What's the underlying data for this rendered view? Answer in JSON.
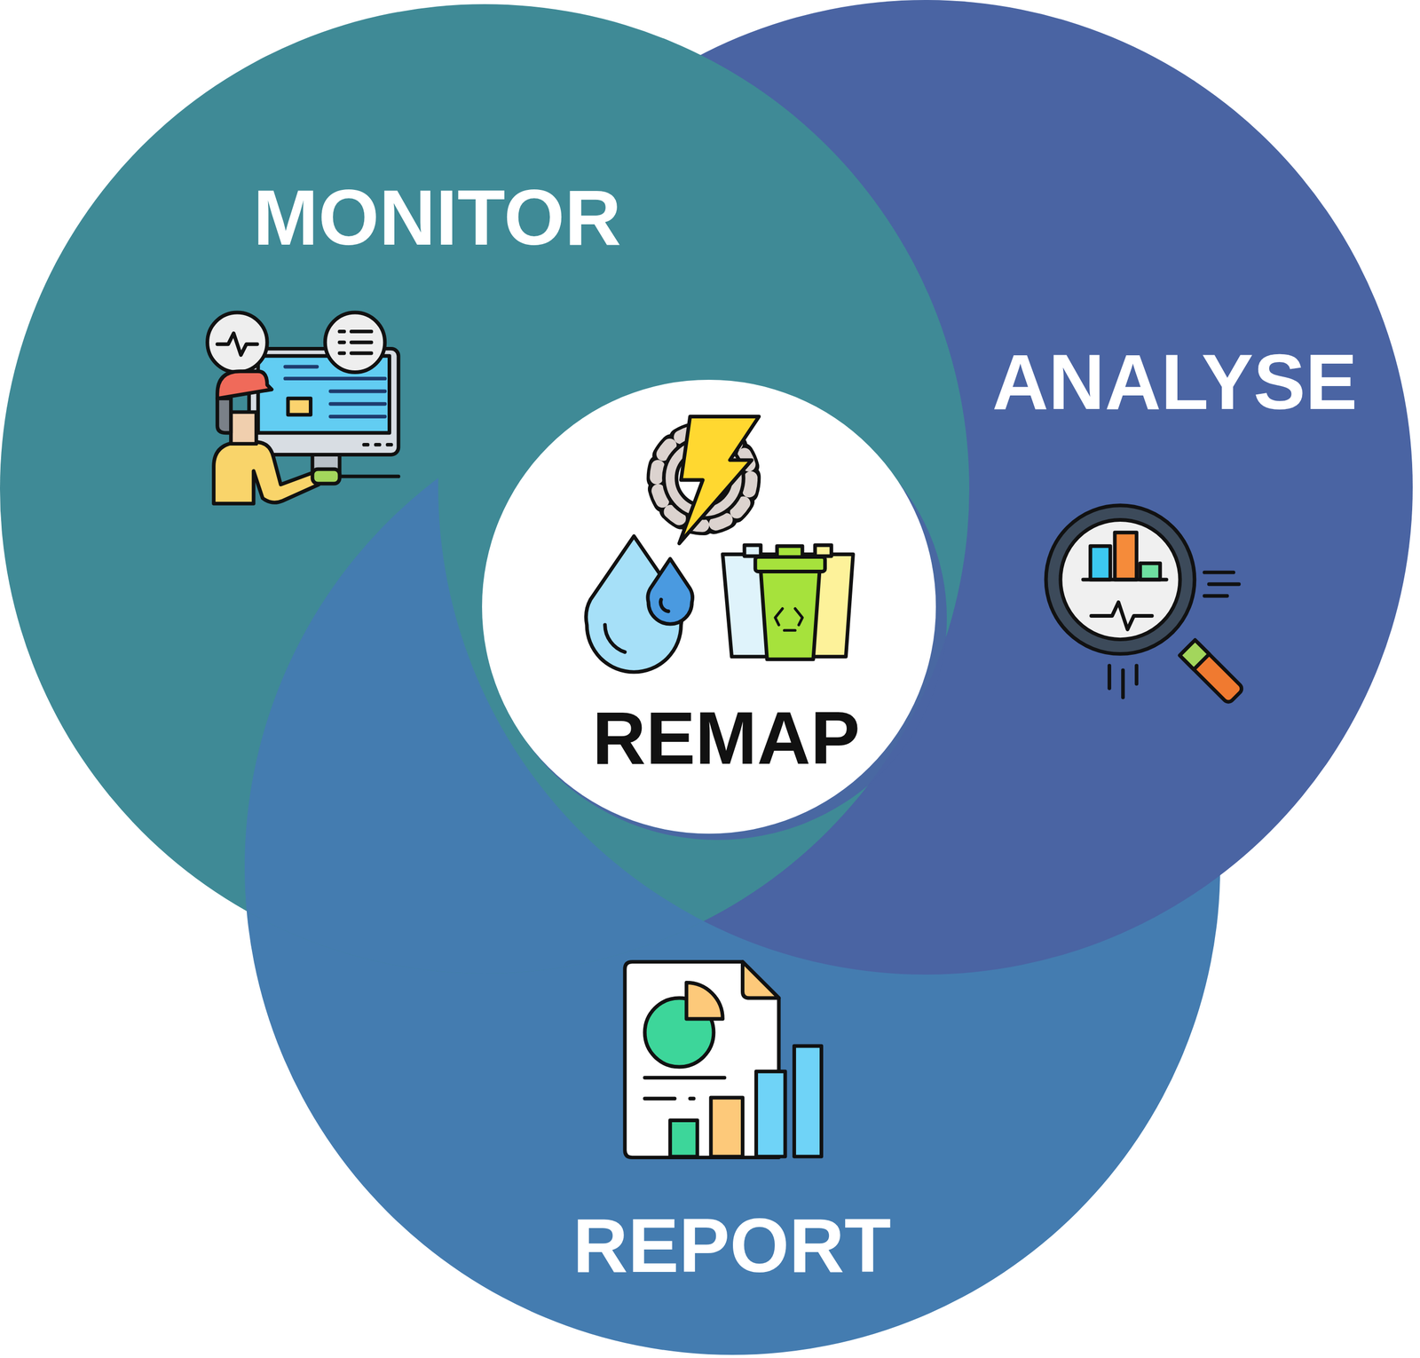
{
  "diagram": {
    "nodes": [
      {
        "text": [
          "MONITOR"
        ]
      },
      {
        "text": [
          "ANALYSE"
        ]
      },
      {
        "text": [
          "REPORT"
        ]
      },
      {
        "text": [
          "REMAP"
        ]
      }
    ]
  }
}
